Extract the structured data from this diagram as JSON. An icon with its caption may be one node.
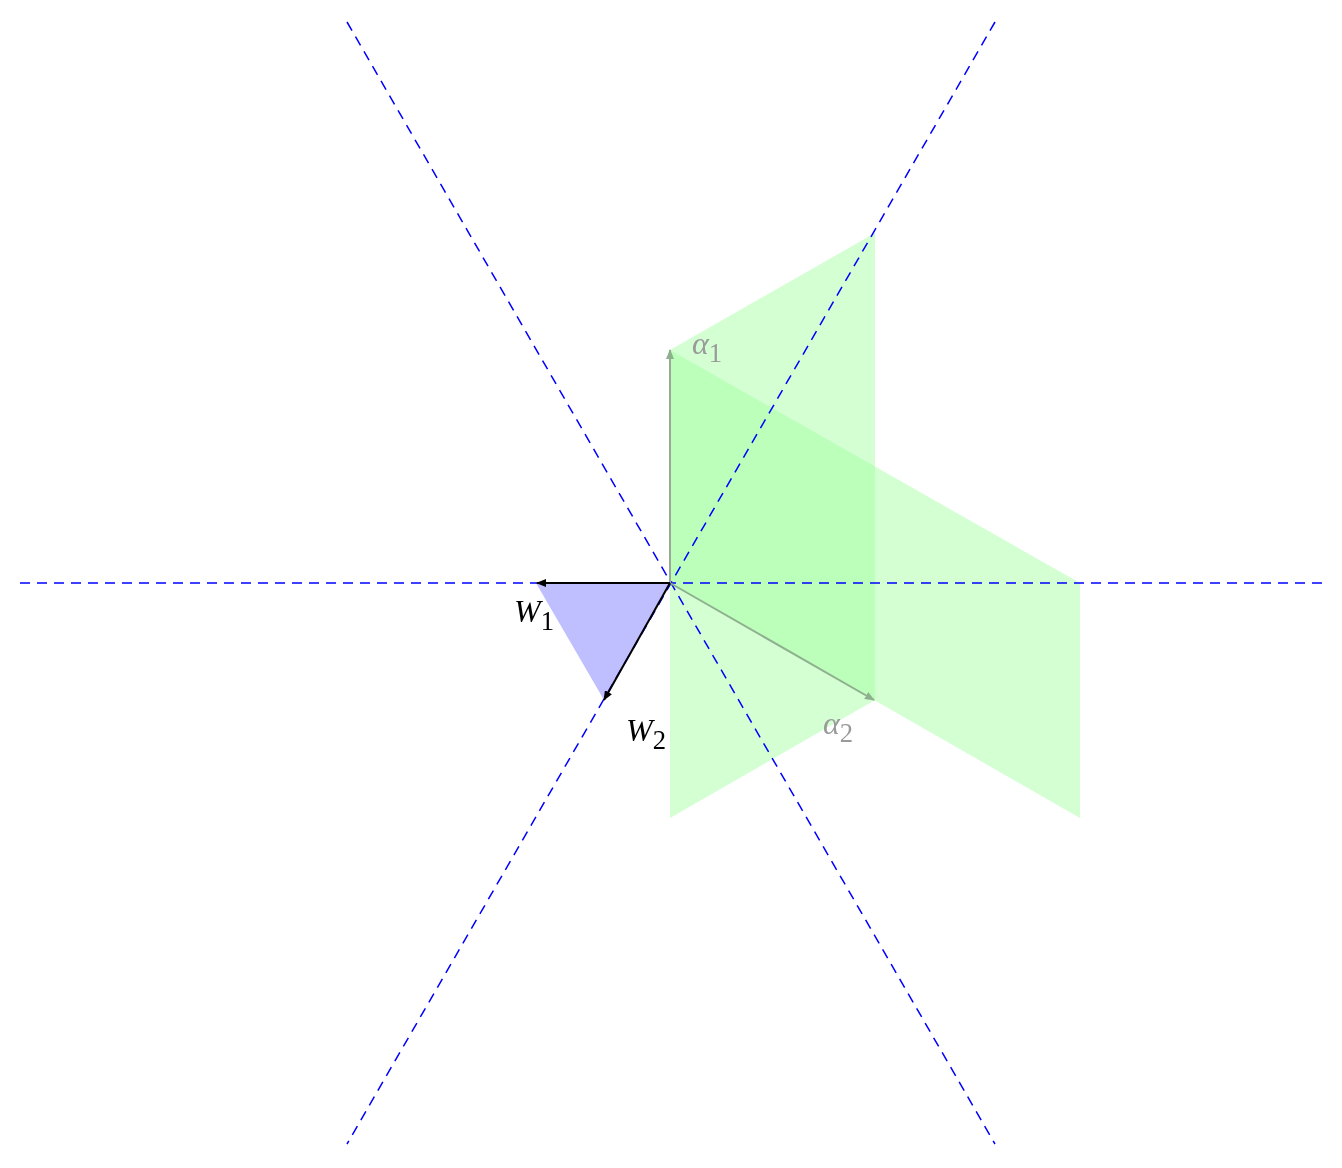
{
  "diagram": {
    "labels": [
      "*α*$_{1}$",
      "*α*$_{2}$",
      "*W*$_{1}$",
      "*W*$_{2}$"
    ]
  }
}
